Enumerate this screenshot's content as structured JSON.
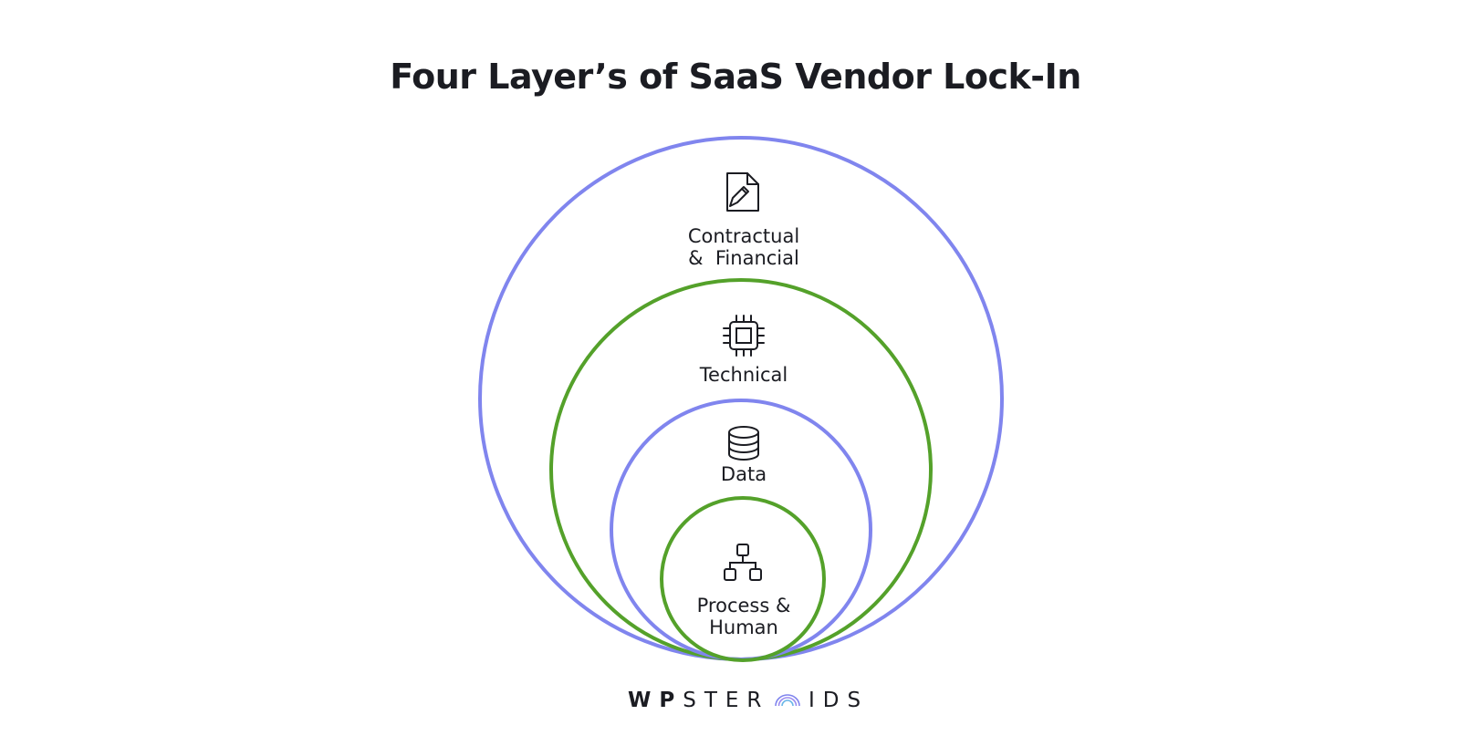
{
  "title": "Four Layer’s of SaaS Vendor Lock-In",
  "colors": {
    "ring_blue": "#8085ee",
    "ring_green": "#54a12a",
    "text": "#1b1c22"
  },
  "layers": [
    {
      "label_lines": [
        "Contractual",
        "&  Financial"
      ],
      "icon": "document-pen-icon",
      "ring_color": "blue"
    },
    {
      "label_lines": [
        "Technical"
      ],
      "icon": "cpu-chip-icon",
      "ring_color": "green"
    },
    {
      "label_lines": [
        "Data"
      ],
      "icon": "database-icon",
      "ring_color": "blue"
    },
    {
      "label_lines": [
        "Process &",
        "Human"
      ],
      "icon": "org-chart-icon",
      "ring_color": "green"
    }
  ],
  "brand": {
    "bold_part": "WP",
    "part_before_logo": "STER",
    "part_after_logo": "IDS",
    "logo_icon": "rainbow-arcs-icon"
  }
}
